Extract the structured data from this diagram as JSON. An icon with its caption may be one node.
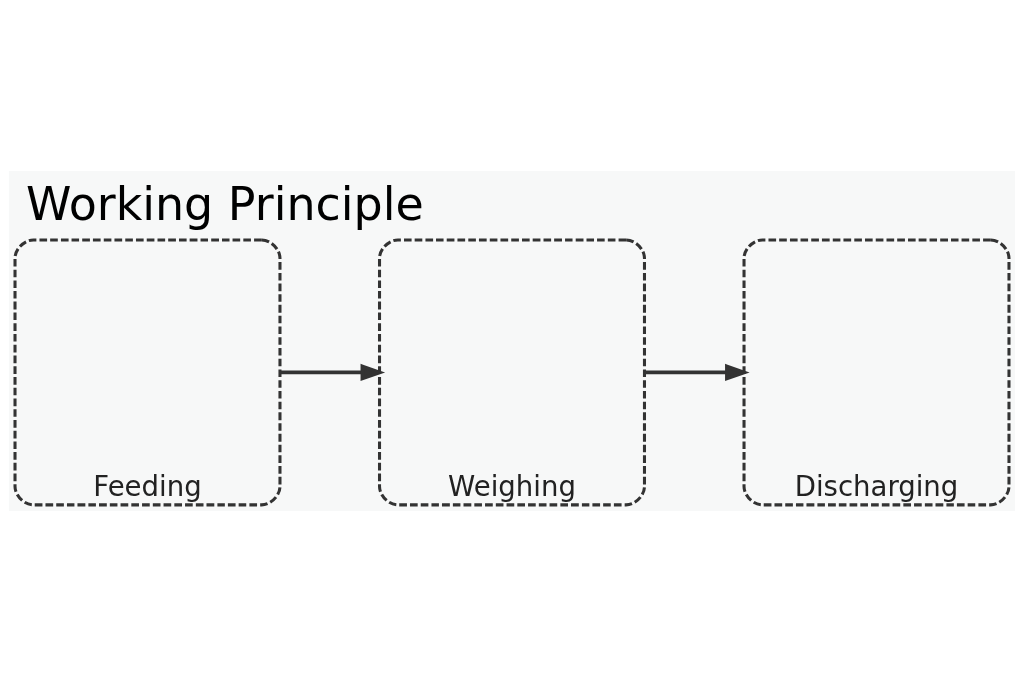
{
  "diagram": {
    "title": "Working Principle",
    "nodes": [
      {
        "text": [
          "Feeding"
        ]
      },
      {
        "text": [
          "Weighing"
        ]
      },
      {
        "text": [
          "Discharging"
        ]
      }
    ],
    "edges": [
      {
        "from": 0,
        "to": 1,
        "arrow": "to"
      },
      {
        "from": 1,
        "to": 2,
        "arrow": "to"
      }
    ]
  }
}
